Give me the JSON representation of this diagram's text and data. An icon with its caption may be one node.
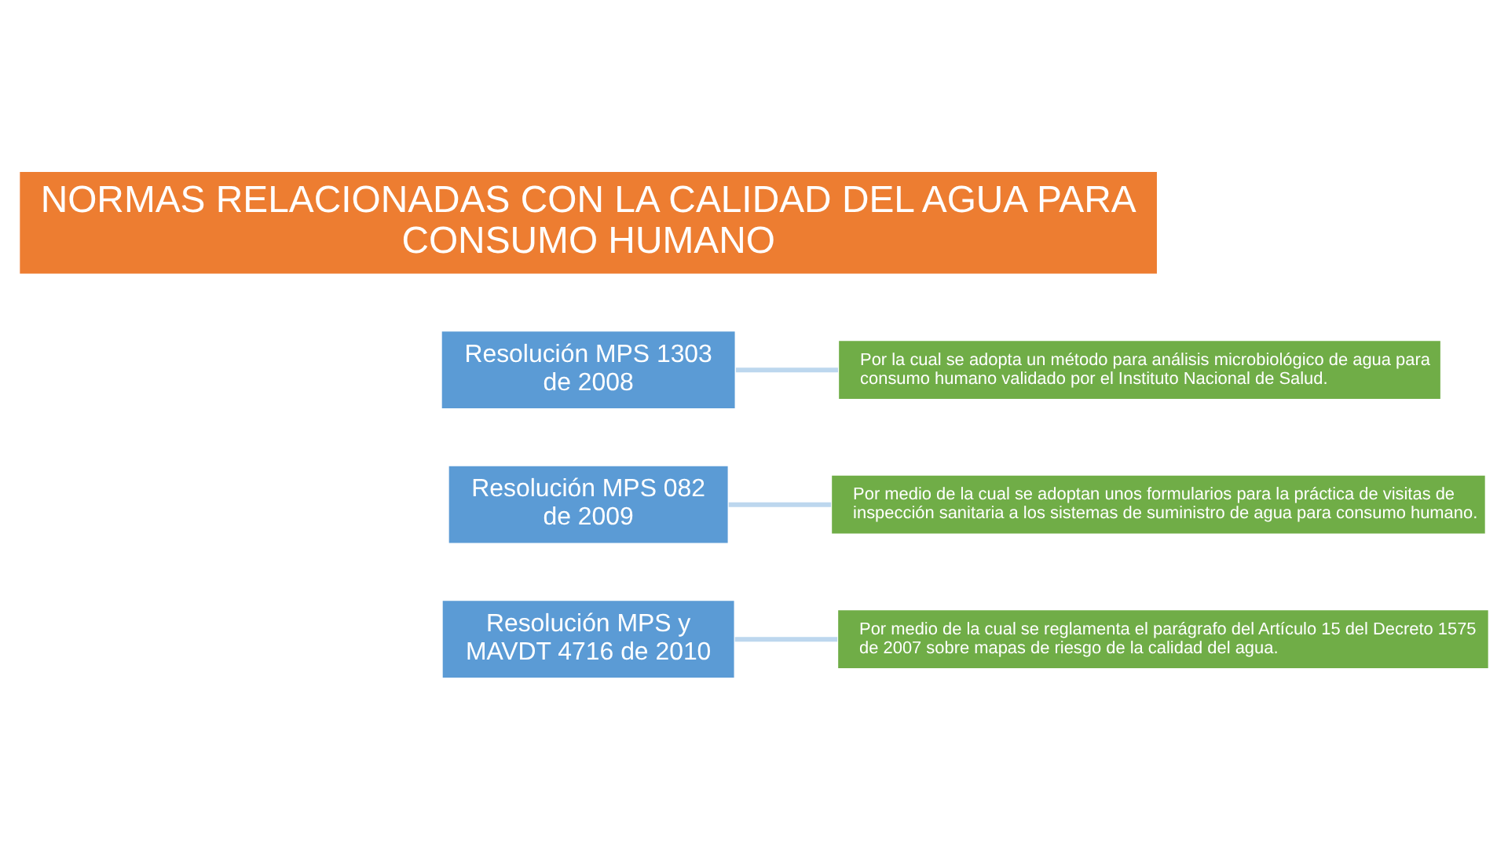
{
  "diagram": {
    "nodes": [
      {
        "text": [
          "NORMAS RELACIONADAS CON LA CALIDAD DEL AGUA PARA CONSUMO HUMANO"
        ]
      },
      {
        "text": [
          "Resolución MPS 1303 de 2008"
        ]
      },
      {
        "text": [
          "Por la cual se adopta un método para análisis microbiológico de agua para consumo humano validado por el Instituto Nacional de Salud."
        ]
      },
      {
        "text": [
          "Resolución MPS 082 de 2009"
        ]
      },
      {
        "text": [
          "Por medio de la cual se adoptan unos formularios para la práctica de visitas de inspección sanitaria a los sistemas de suministro de agua para consumo humano."
        ]
      },
      {
        "text": [
          "Resolución MPS y MAVDT 4716 de 2010"
        ]
      },
      {
        "text": [
          "Por medio de la cual se reglamenta el parágrafo del Artículo 15 del Decreto 1575 de 2007 sobre mapas de riesgo de la calidad del agua."
        ]
      }
    ],
    "edges": [
      {
        "from": 1,
        "to": 2,
        "arrow": "none"
      },
      {
        "from": 3,
        "to": 4,
        "arrow": "none"
      },
      {
        "from": 5,
        "to": 6,
        "arrow": "none"
      }
    ]
  }
}
